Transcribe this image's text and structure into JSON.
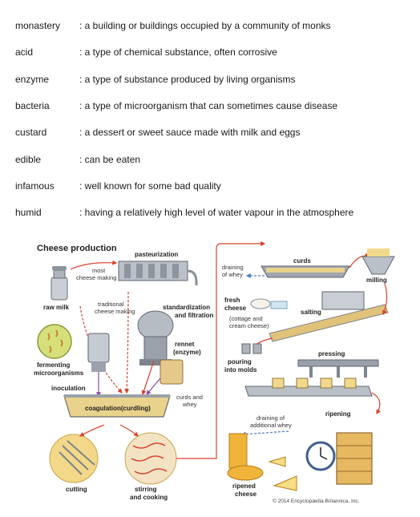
{
  "glossary": [
    {
      "term": "monastery",
      "definition": ": a building or buildings occupied by a community of monks"
    },
    {
      "term": "acid",
      "definition": ": a type of chemical substance, often corrosive"
    },
    {
      "term": "enzyme",
      "definition": ": a type of substance produced by living organisms"
    },
    {
      "term": "bacteria",
      "definition": ": a type of microorganism that can sometimes cause disease"
    },
    {
      "term": "custard",
      "definition": ": a dessert or sweet sauce made with milk and eggs"
    },
    {
      "term": "edible",
      "definition": ": can be eaten"
    },
    {
      "term": "infamous",
      "definition": ": well known for some bad quality"
    },
    {
      "term": "humid",
      "definition": ": having a relatively high level of water vapour in the atmosphere"
    }
  ],
  "diagram": {
    "title": "Cheese production",
    "raw_milk": "raw milk",
    "most": "most",
    "cheese_making": "cheese making",
    "pasteurization": "pasteurization",
    "traditional": "traditional",
    "standardization": "standardization",
    "and_filtration": "and filtration",
    "fermenting": "fermenting",
    "microorganisms": "microorganisms",
    "rennet": "rennet",
    "enzyme": "(enzyme)",
    "inoculation": "inoculation",
    "curds_and": "curds and",
    "whey": "whey",
    "coagulation": "coagulation(curdling)",
    "cutting": "cutting",
    "stirring": "stirring",
    "and_cooking": "and cooking",
    "curds": "curds",
    "draining": "draining",
    "of_whey": "of whey",
    "milling": "milling",
    "fresh": "fresh",
    "cheese": "cheese",
    "cottage": "(cottage and",
    "cream_cheese": "cream cheese)",
    "salting": "salting",
    "pouring": "pouring",
    "into_molds": "into molds",
    "pressing": "pressing",
    "draining_of": "draining of",
    "additional_whey": "additional whey",
    "ripening": "ripening",
    "ripened": "ripened",
    "ripened_cheese": "cheese",
    "copyright": "© 2014 Encyclopædia Britannica, Inc."
  }
}
